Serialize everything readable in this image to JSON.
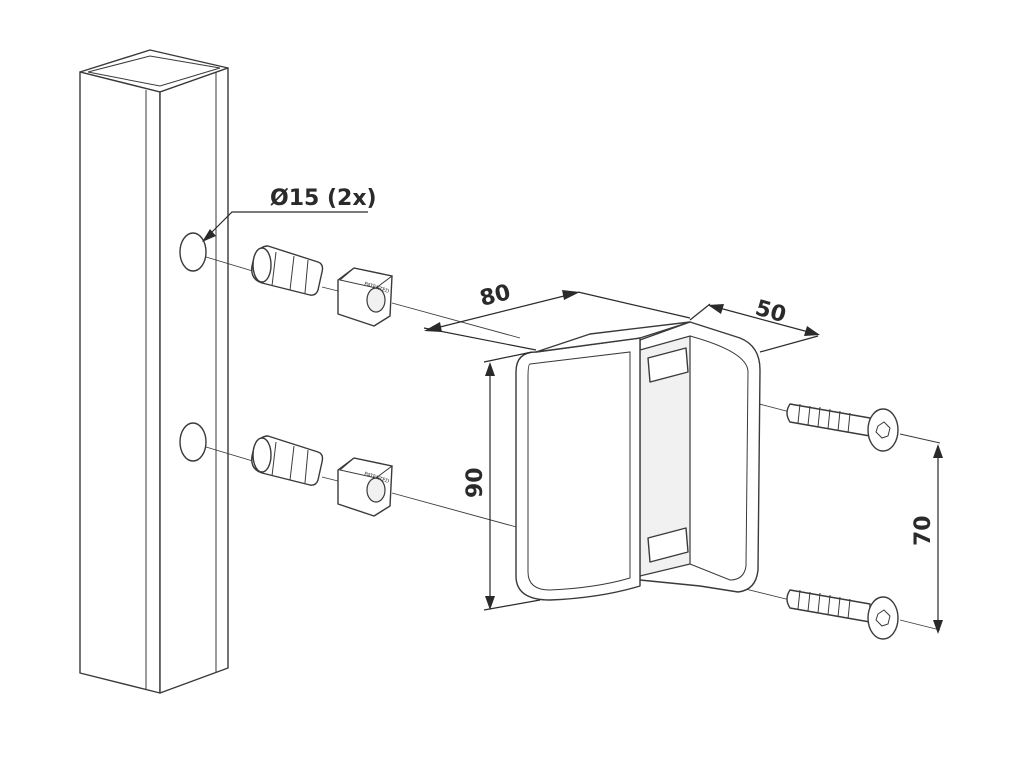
{
  "annotations": {
    "hole_spec": "Ø15 (2x)",
    "width_dim": "80",
    "depth_dim": "50",
    "height_dim": "90",
    "screw_spacing_dim": "70"
  },
  "insert_marking": "PATENTED",
  "colors": {
    "line": "#3a3a3a",
    "background": "#ffffff"
  }
}
